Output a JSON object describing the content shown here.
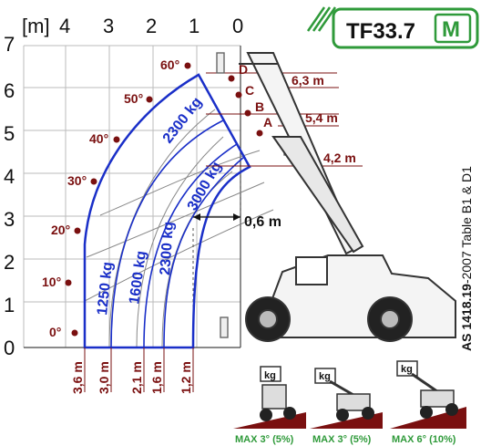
{
  "header": {
    "model": "TF33.7",
    "logo_letter": "M"
  },
  "units_label": "[m]",
  "y_ticks": [
    "0",
    "1",
    "2",
    "3",
    "4",
    "5",
    "6",
    "7"
  ],
  "x_ticks": [
    "4",
    "3",
    "2",
    "1",
    "0"
  ],
  "angles": [
    "0°",
    "10°",
    "20°",
    "30°",
    "40°",
    "50°",
    "60°"
  ],
  "positions": [
    "A",
    "B",
    "C",
    "D"
  ],
  "heights": [
    "6,3 m",
    "5,4 m",
    "4,2 m"
  ],
  "offset_label": "0,6 m",
  "load_zones": [
    "3000 kg",
    "2300 kg",
    "2300 kg",
    "1600 kg",
    "1250 kg"
  ],
  "reach_labels": [
    "3,6 m",
    "3,0 m",
    "2,1 m",
    "1,6 m",
    "1,2 m"
  ],
  "side_caption": {
    "standard": "AS 1418.19",
    "year": "-2007",
    "table": "Table B1 & D1"
  },
  "slope_panels": [
    {
      "icon_label": "kg",
      "limit": "MAX 3° (5%)"
    },
    {
      "icon_label": "kg",
      "limit": "MAX 3° (5%)"
    },
    {
      "icon_label": "kg",
      "limit": "MAX 6° (10%)"
    }
  ],
  "colors": {
    "envelope": "#1a2fc8",
    "marker": "#7a1010",
    "logo_green": "#2f9a3a",
    "grid": "#bbbbbb"
  }
}
